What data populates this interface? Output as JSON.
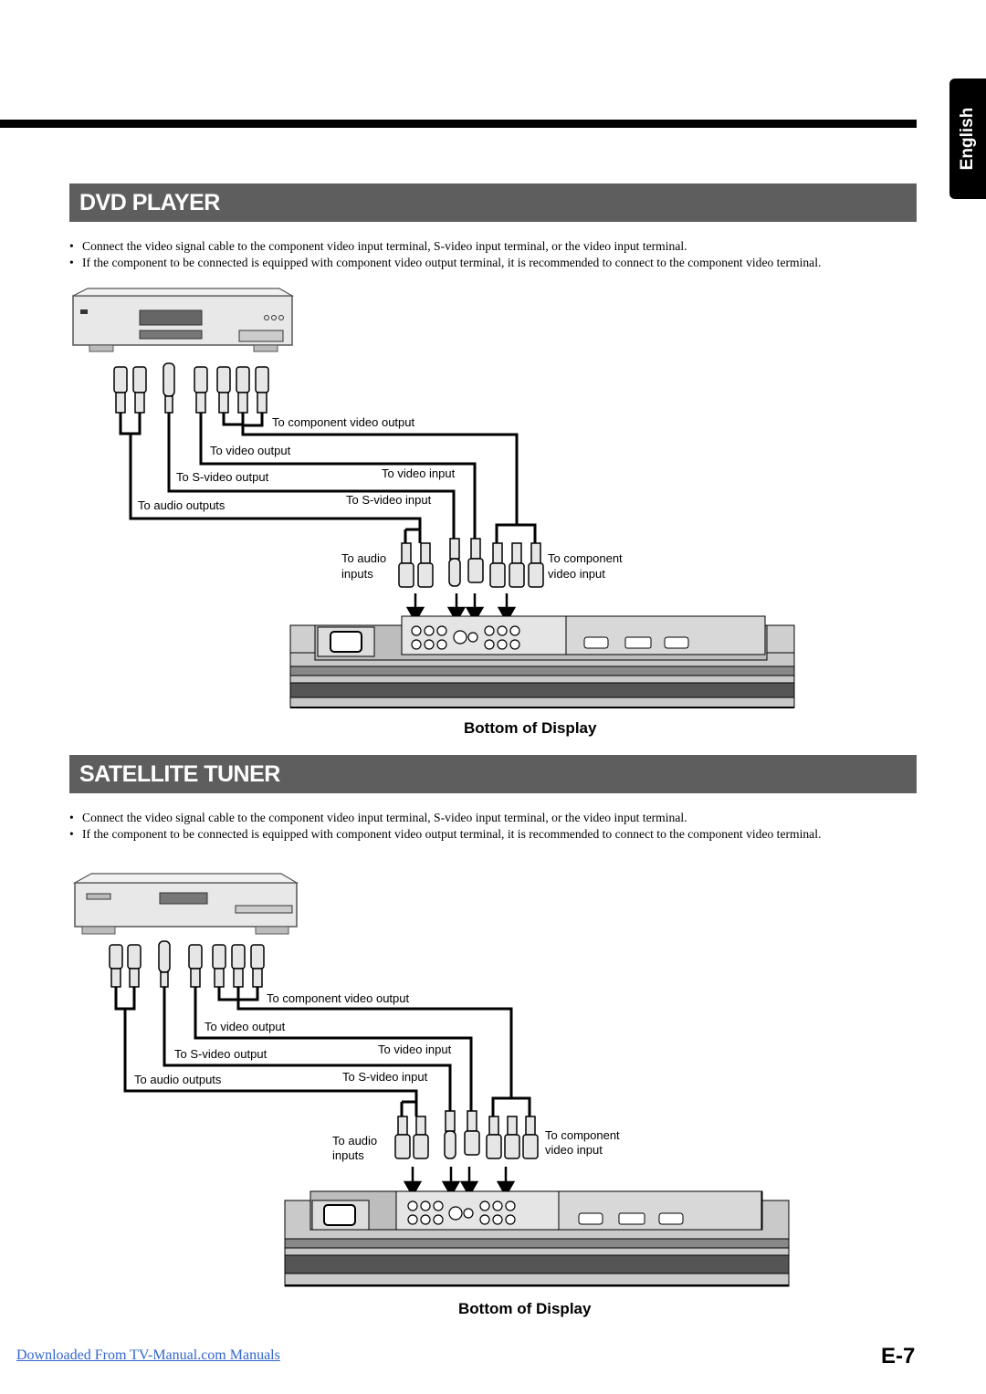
{
  "language_tab": "English",
  "sections": [
    {
      "title": "DVD PLAYER",
      "bullets": [
        "Connect the video signal cable to the component video input terminal, S-video input terminal, or the video input terminal.",
        "If the component to be connected is equipped with component video output terminal, it is recommended to connect to the component video terminal."
      ],
      "labels": {
        "component_out": "To component video output",
        "video_out": "To video output",
        "svideo_out": "To S-video output",
        "audio_out": "To audio outputs",
        "video_in": "To video input",
        "svideo_in": "To S-video input",
        "audio_in_1": "To audio",
        "audio_in_2": "inputs",
        "component_in_1": "To component",
        "component_in_2": "video input"
      },
      "caption": "Bottom of Display"
    },
    {
      "title": "SATELLITE TUNER",
      "bullets": [
        "Connect the video signal cable to the component video input terminal, S-video input terminal, or the video input terminal.",
        "If the component to be connected is equipped with component video output terminal, it is recommended to connect to the component video terminal."
      ],
      "labels": {
        "component_out": "To component video output",
        "video_out": "To video output",
        "svideo_out": "To S-video output",
        "audio_out": "To audio outputs",
        "video_in": "To video input",
        "svideo_in": "To S-video input",
        "audio_in_1": "To audio",
        "audio_in_2": "inputs",
        "component_in_1": "To component",
        "component_in_2": "video input"
      },
      "caption": "Bottom of Display"
    }
  ],
  "footer": {
    "link_text": "Downloaded From TV-Manual.com Manuals",
    "page_number": "E-7"
  }
}
